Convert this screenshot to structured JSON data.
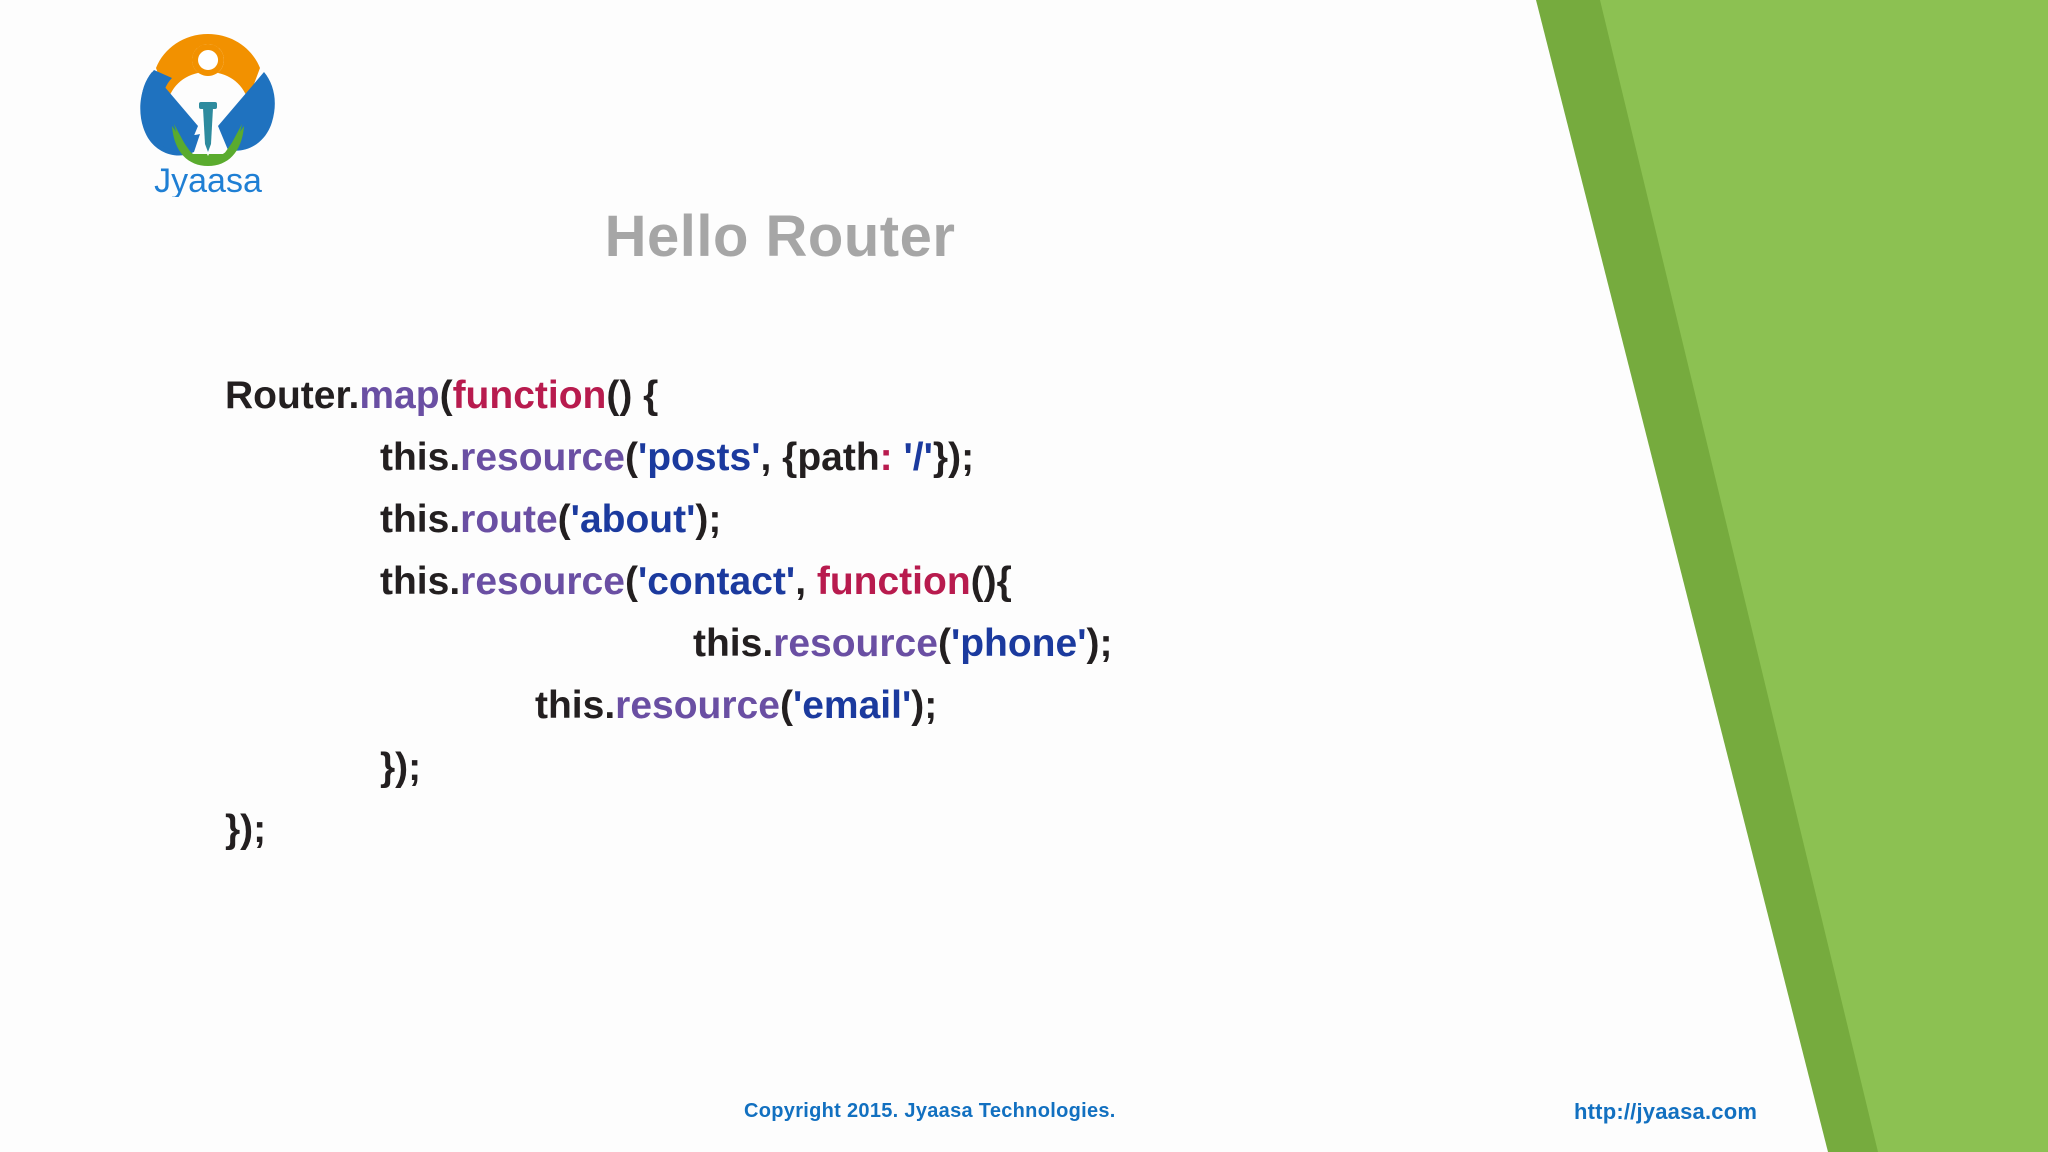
{
  "slide": {
    "title": "Hello Router",
    "background_color": "#fdfdfd",
    "title_color": "#a6a6a6"
  },
  "logo": {
    "wordmark": "Jyaasa",
    "wordmark_color": "#1f7fd4",
    "colors": {
      "orange": "#f29100",
      "blue": "#1f72bf",
      "green": "#5aab2e",
      "teal": "#2e8b9e"
    }
  },
  "decor": {
    "green_light": "#8cc152",
    "green_dark": "#76ab3e"
  },
  "code": {
    "language": "javascript",
    "lines": [
      {
        "indent": 0,
        "tokens": [
          {
            "text": "Router.",
            "type": "plain"
          },
          {
            "text": "map",
            "type": "method"
          },
          {
            "text": "(",
            "type": "plain"
          },
          {
            "text": "function",
            "type": "kw"
          },
          {
            "text": "() {",
            "type": "plain"
          }
        ]
      },
      {
        "indent": 1,
        "tokens": [
          {
            "text": "this.",
            "type": "plain"
          },
          {
            "text": "resource",
            "type": "method"
          },
          {
            "text": "(",
            "type": "plain"
          },
          {
            "text": "'posts'",
            "type": "str"
          },
          {
            "text": ", {path",
            "type": "plain"
          },
          {
            "text": ":",
            "type": "punct"
          },
          {
            "text": " ",
            "type": "plain"
          },
          {
            "text": "'/'",
            "type": "str"
          },
          {
            "text": "});",
            "type": "plain"
          }
        ]
      },
      {
        "indent": 1,
        "tokens": [
          {
            "text": "this.",
            "type": "plain"
          },
          {
            "text": "route",
            "type": "method"
          },
          {
            "text": "(",
            "type": "plain"
          },
          {
            "text": "'about'",
            "type": "str"
          },
          {
            "text": ");",
            "type": "plain"
          }
        ]
      },
      {
        "indent": 1,
        "tokens": [
          {
            "text": "this.",
            "type": "plain"
          },
          {
            "text": "resource",
            "type": "method"
          },
          {
            "text": "(",
            "type": "plain"
          },
          {
            "text": "'contact'",
            "type": "str"
          },
          {
            "text": ", ",
            "type": "plain"
          },
          {
            "text": "function",
            "type": "kw"
          },
          {
            "text": "(){",
            "type": "plain"
          }
        ]
      },
      {
        "indent": 3,
        "tokens": [
          {
            "text": "this.",
            "type": "plain"
          },
          {
            "text": "resource",
            "type": "method"
          },
          {
            "text": "(",
            "type": "plain"
          },
          {
            "text": "'phone'",
            "type": "str"
          },
          {
            "text": ");",
            "type": "plain"
          }
        ]
      },
      {
        "indent": 2,
        "tokens": [
          {
            "text": "this.",
            "type": "plain"
          },
          {
            "text": "resource",
            "type": "method"
          },
          {
            "text": "(",
            "type": "plain"
          },
          {
            "text": "'email'",
            "type": "str"
          },
          {
            "text": ");",
            "type": "plain"
          }
        ]
      },
      {
        "indent": 1,
        "tokens": [
          {
            "text": "});",
            "type": "plain"
          }
        ]
      },
      {
        "indent": 0,
        "tokens": [
          {
            "text": "});",
            "type": "plain"
          }
        ]
      }
    ],
    "colors": {
      "plain": "#231f20",
      "method": "#6a4fa3",
      "kw": "#b81b4e",
      "str": "#1b3a9e",
      "punct": "#b81b4e"
    }
  },
  "footer": {
    "copyright": "Copyright 2015. Jyaasa Technologies.",
    "url": "http://jyaasa.com",
    "color": "#1270c0"
  }
}
